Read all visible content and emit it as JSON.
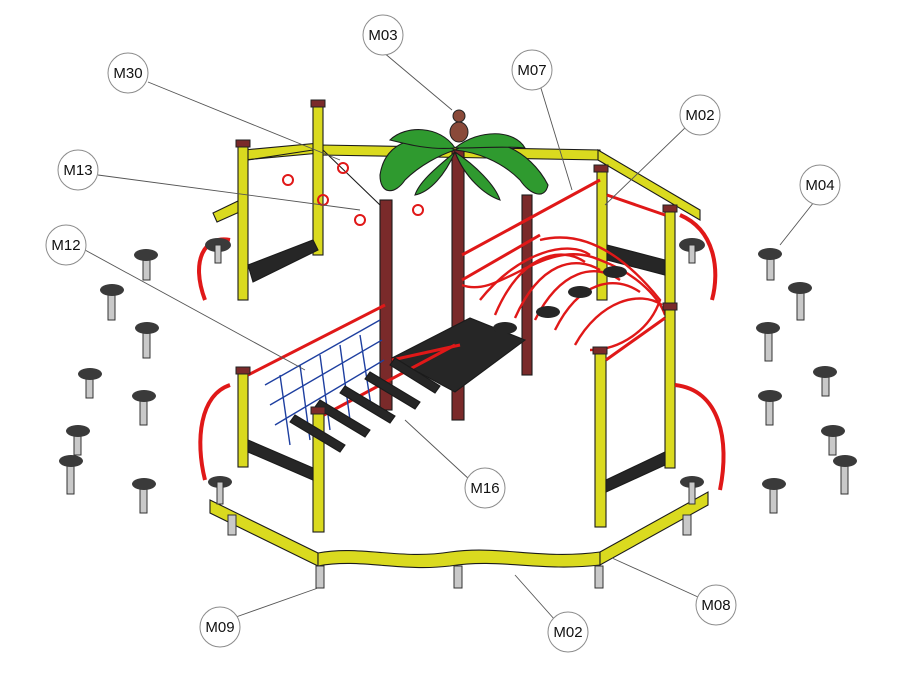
{
  "callouts": {
    "m03": "M03",
    "m30": "M30",
    "m07": "M07",
    "m02_top": "M02",
    "m13": "M13",
    "m04": "M04",
    "m12": "M12",
    "m16": "M16",
    "m09": "M09",
    "m02_bottom": "M02",
    "m08": "M08"
  },
  "colors": {
    "beam_yellow": "#dada1f",
    "post_maroon": "#7a2a2a",
    "rail_red": "#e01818",
    "deck_black": "#262626",
    "leaf_green": "#2f9a2f",
    "net_blue": "#1e3fa0",
    "pad_gray": "#3a3a3a",
    "stem_gray": "#c9c9c9"
  }
}
